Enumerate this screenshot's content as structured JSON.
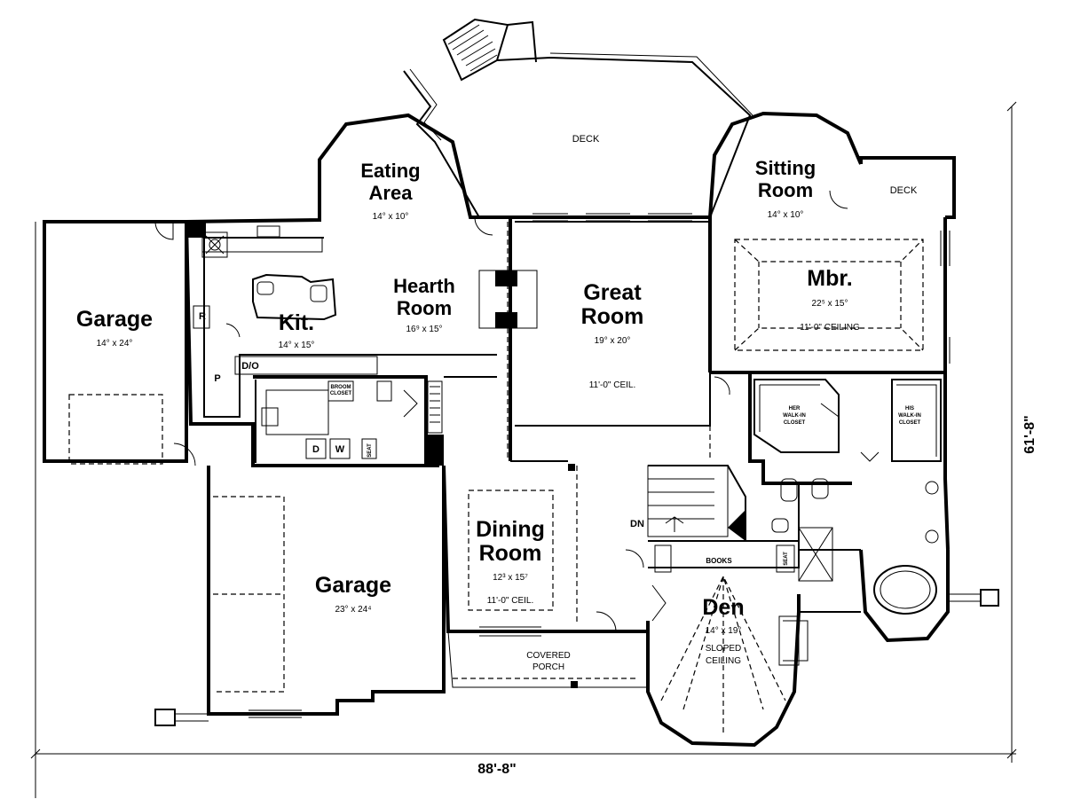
{
  "rooms": {
    "deck_top": "DECK",
    "deck_side": "DECK",
    "eating": {
      "line1": "Eating",
      "line2": "Area",
      "dim": "14° x 10°"
    },
    "sitting": {
      "line1": "Sitting",
      "line2": "Room",
      "dim": "14° x 10°"
    },
    "hearth": {
      "line1": "Hearth",
      "line2": "Room",
      "dim": "16⁹ x 15°"
    },
    "great": {
      "line1": "Great",
      "line2": "Room",
      "dim": "19° x 20°",
      "note": "11'-0\" CEIL."
    },
    "mbr": {
      "name": "Mbr.",
      "dim": "22⁵ x 15°",
      "note": "11'-0\" CEILING"
    },
    "kit": {
      "name": "Kit.",
      "dim": "14° x 15°"
    },
    "garage_left": {
      "name": "Garage",
      "dim": "14° x 24°"
    },
    "garage_main": {
      "name": "Garage",
      "dim": "23° x 24⁴"
    },
    "dining": {
      "line1": "Dining",
      "line2": "Room",
      "dim": "12³ x 15⁷",
      "note": "11'-0\" CEIL."
    },
    "den": {
      "name": "Den",
      "dim": "14° x 19°",
      "note1": "SLOPED",
      "note2": "CEILING"
    },
    "porch": {
      "line1": "COVERED",
      "line2": "PORCH"
    }
  },
  "fixtures": {
    "r": "R",
    "p": "P",
    "do": "D/O",
    "d": "D",
    "w": "W",
    "broom1": "BROOM",
    "broom2": "CLOSET",
    "seat1": "SEAT",
    "seat2": "SEAT",
    "books": "BOOKS",
    "dn": "DN",
    "her1": "HER",
    "her2": "WALK-IN",
    "her3": "CLOSET",
    "his1": "HIS",
    "his2": "WALK-IN",
    "his3": "CLOSET"
  },
  "dimensions": {
    "width": "88'-8\"",
    "depth": "61'-8\""
  }
}
